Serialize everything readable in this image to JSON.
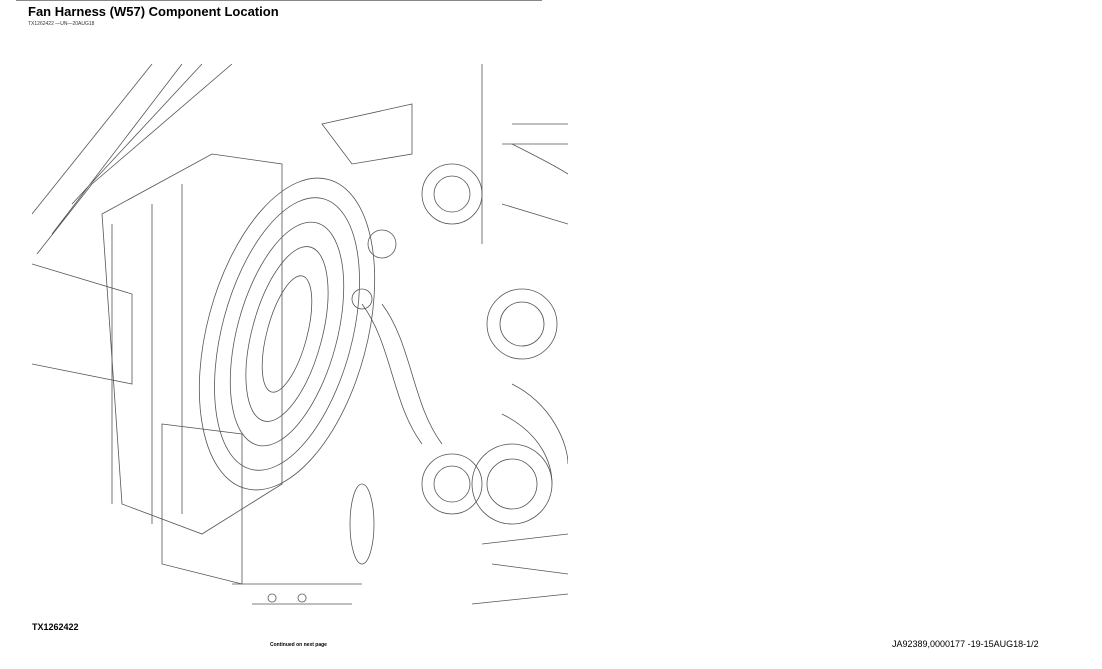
{
  "header": {
    "title": "Fan Harness (W57) Component Location",
    "subtitle": "TX1262422 —UN—20AUG18"
  },
  "figure": {
    "id": "TX1262422"
  },
  "footer": {
    "continued": "Continued on next page",
    "reference": "JA92389,0000177 -19-15AUG18-1/2"
  }
}
